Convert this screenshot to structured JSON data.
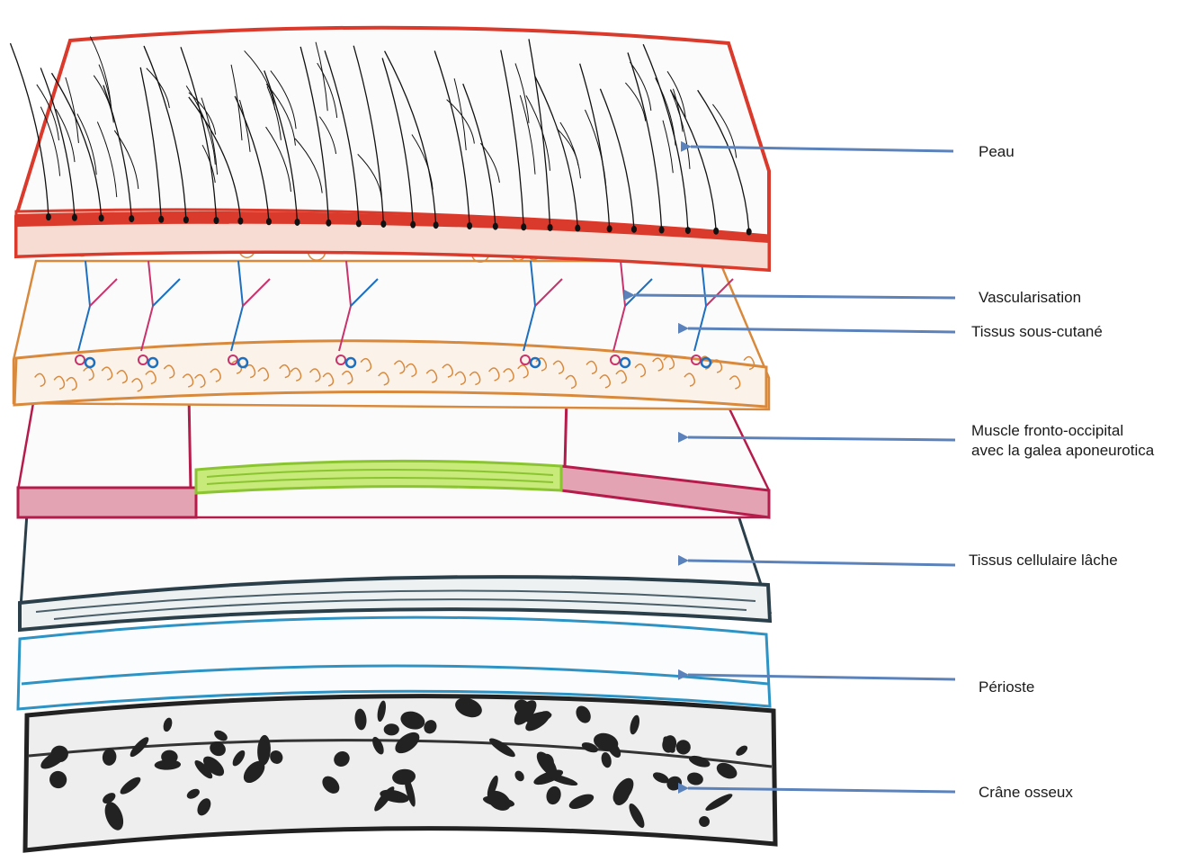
{
  "colors": {
    "arrow": "#5b82bb",
    "skin": "#d93a2b",
    "hair": "#111111",
    "subcutaneous": "#d9893c",
    "vessel_red": "#c8336b",
    "vessel_blue": "#1d6fc0",
    "muscle": "#b51b4b",
    "galea": "#9bd43a",
    "loose_tissue": "#2a3f4a",
    "periosteum": "#2d93c4",
    "bone": "#222222"
  },
  "labels": {
    "peau": "Peau",
    "vascularisation": "Vascularisation",
    "tissus_sous_cutane": "Tissus sous-cutané",
    "muscle_line1": "Muscle fronto-occipital",
    "muscle_line2": "avec la galea aponeurotica",
    "tissus_cellulaire": "Tissus cellulaire lâche",
    "perioste": "Périoste",
    "crane": "Crâne osseux"
  }
}
